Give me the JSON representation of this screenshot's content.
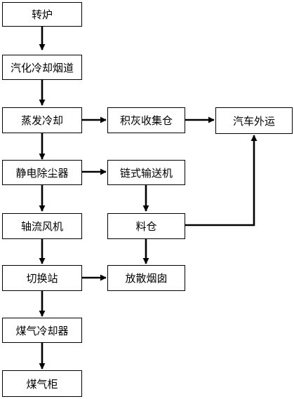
{
  "nodes": {
    "n1": "转炉",
    "n2": "汽化冷却烟道",
    "n3": "蒸发冷却",
    "n4": "静电除尘器",
    "n5": "轴流风机",
    "n6": "切换站",
    "n7": "煤气冷却器",
    "n8": "煤气柜",
    "n9": "积灰收集仓",
    "n10": "汽车外运",
    "n11": "链式输送机",
    "n12": "料仓",
    "n13": "放散烟囱"
  },
  "colors": {
    "stroke": "#000000",
    "background": "#ffffff"
  }
}
